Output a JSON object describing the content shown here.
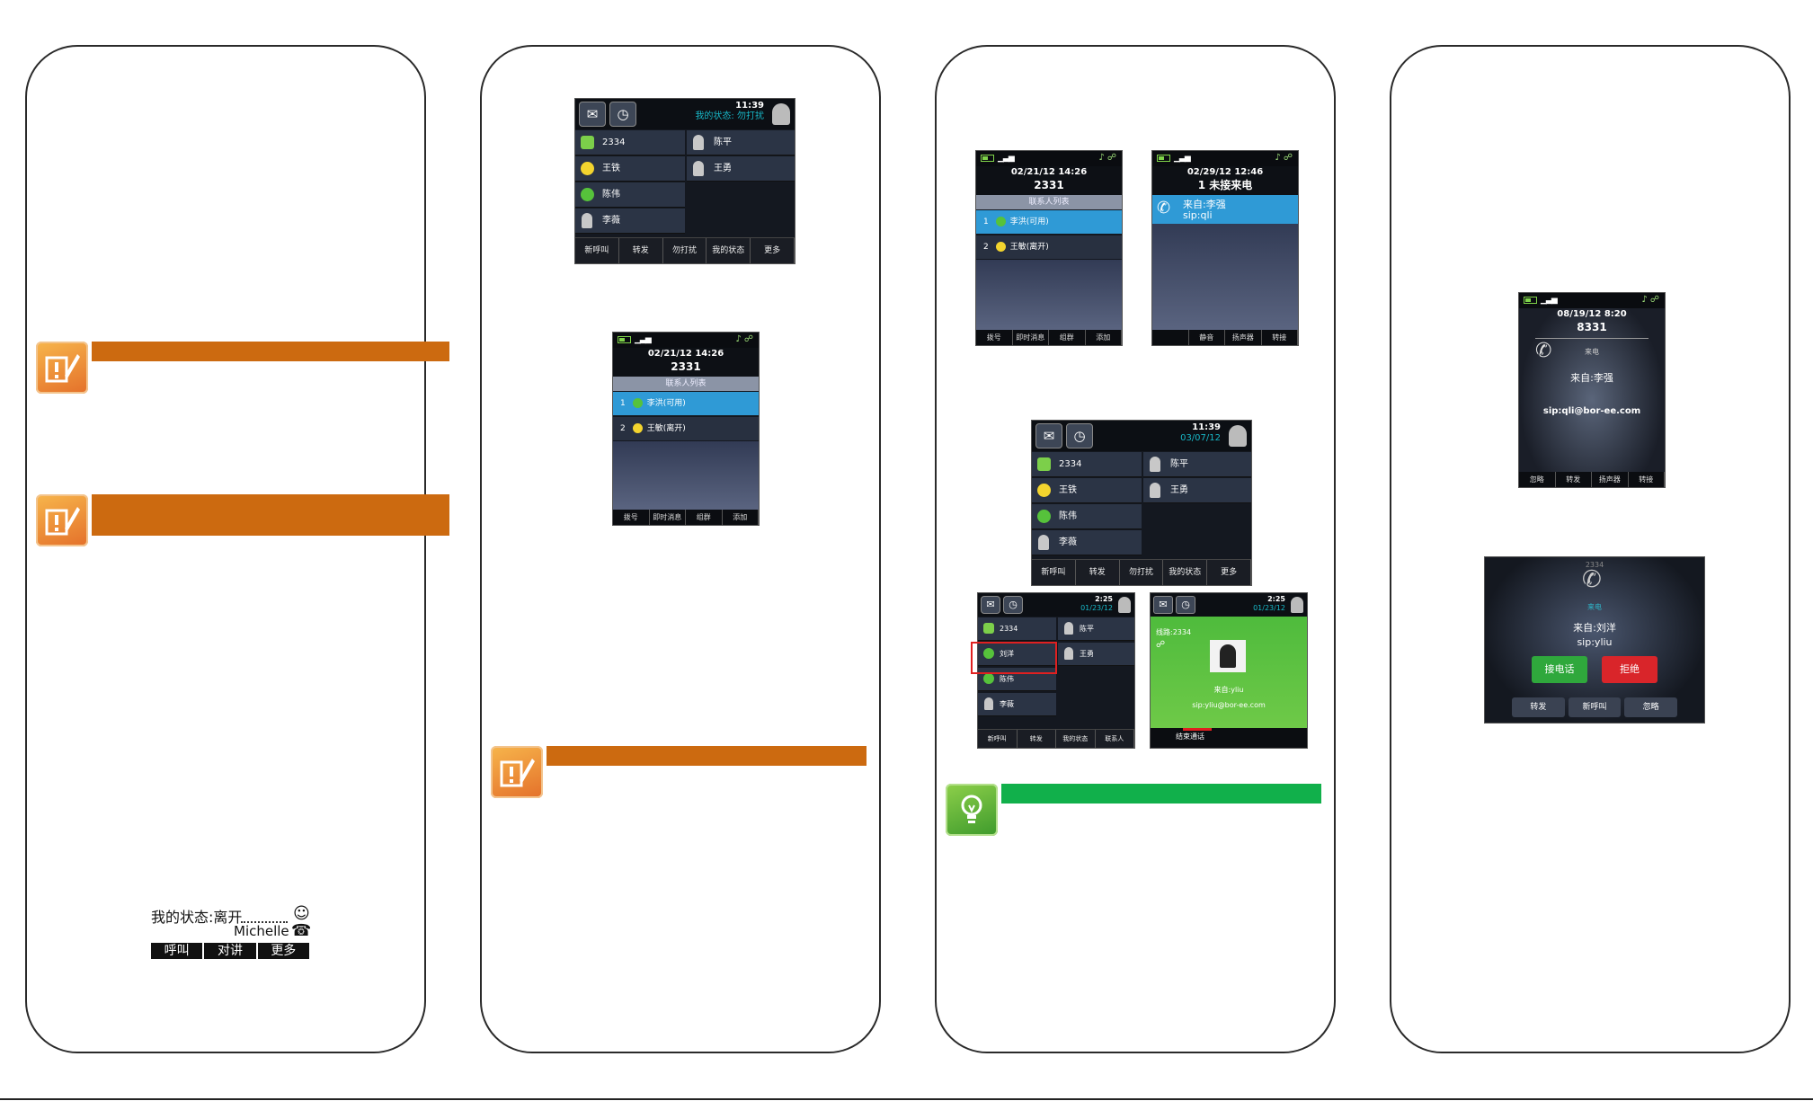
{
  "panel1": {
    "status_line": "我的状态:离开",
    "user": "Michelle",
    "softkeys": [
      "呼叫",
      "对讲",
      "更多"
    ]
  },
  "home": {
    "time": "11:39",
    "status": "我的状态: 勿打扰",
    "lines": [
      "2334",
      "王铁",
      "陈伟",
      "李薇"
    ],
    "contacts": [
      "陈平",
      "王勇"
    ],
    "softkeys": [
      "新呼叫",
      "转发",
      "勿打扰",
      "我的状态",
      "更多"
    ]
  },
  "contacts_screen": {
    "datetime": "02/21/12 14:26",
    "ext": "2331",
    "list_title": "联系人列表",
    "items": [
      {
        "num": "1",
        "name": "李洪(可用)"
      },
      {
        "num": "2",
        "name": "王敏(离开)"
      }
    ],
    "softkeys": [
      "拨号",
      "即时消息",
      "组群",
      "添加"
    ]
  },
  "missed_screen": {
    "datetime": "02/29/12 12:46",
    "count_label": "1 未接来电",
    "from": "来自:李强",
    "uri": "sip:qli",
    "softkeys": [
      "",
      "静音",
      "扬声器",
      "转接"
    ]
  },
  "home2": {
    "time": "11:39",
    "date": "03/07/12",
    "lines": [
      "2334",
      "王铁",
      "陈伟",
      "李薇"
    ],
    "contacts": [
      "陈平",
      "王勇"
    ],
    "softkeys": [
      "新呼叫",
      "转发",
      "勿打扰",
      "我的状态",
      "更多"
    ]
  },
  "small_home": {
    "time": "2:25",
    "date": "01/23/12",
    "lines": [
      "2334",
      "刘洋",
      "陈伟",
      "李薇"
    ],
    "contacts": [
      "陈平",
      "王勇"
    ],
    "softkeys": [
      "新呼叫",
      "转发",
      "我的状态",
      "联系人"
    ]
  },
  "active_call": {
    "time": "2:25",
    "date": "01/23/12",
    "line": "线路:2334",
    "from": "来自:yliu",
    "uri": "sip:yliu@bor-ee.com",
    "end_key": "结束通话"
  },
  "incoming1": {
    "datetime": "08/19/12 8:20",
    "ext": "8331",
    "label": "来电",
    "from": "来自:李强",
    "uri": "sip:qli@bor-ee.com",
    "softkeys": [
      "忽略",
      "转发",
      "扬声器",
      "转接"
    ]
  },
  "incoming2": {
    "ext": "2334",
    "label": "来电",
    "from": "来自:刘洋",
    "uri": "sip:yliu",
    "answer": "接电话",
    "reject": "拒绝",
    "softkeys": [
      "转发",
      "新呼叫",
      "忽略"
    ]
  },
  "colors": {
    "note": "#cc6a10",
    "tip": "#11b04b",
    "highlight": "#2f9ad6"
  }
}
